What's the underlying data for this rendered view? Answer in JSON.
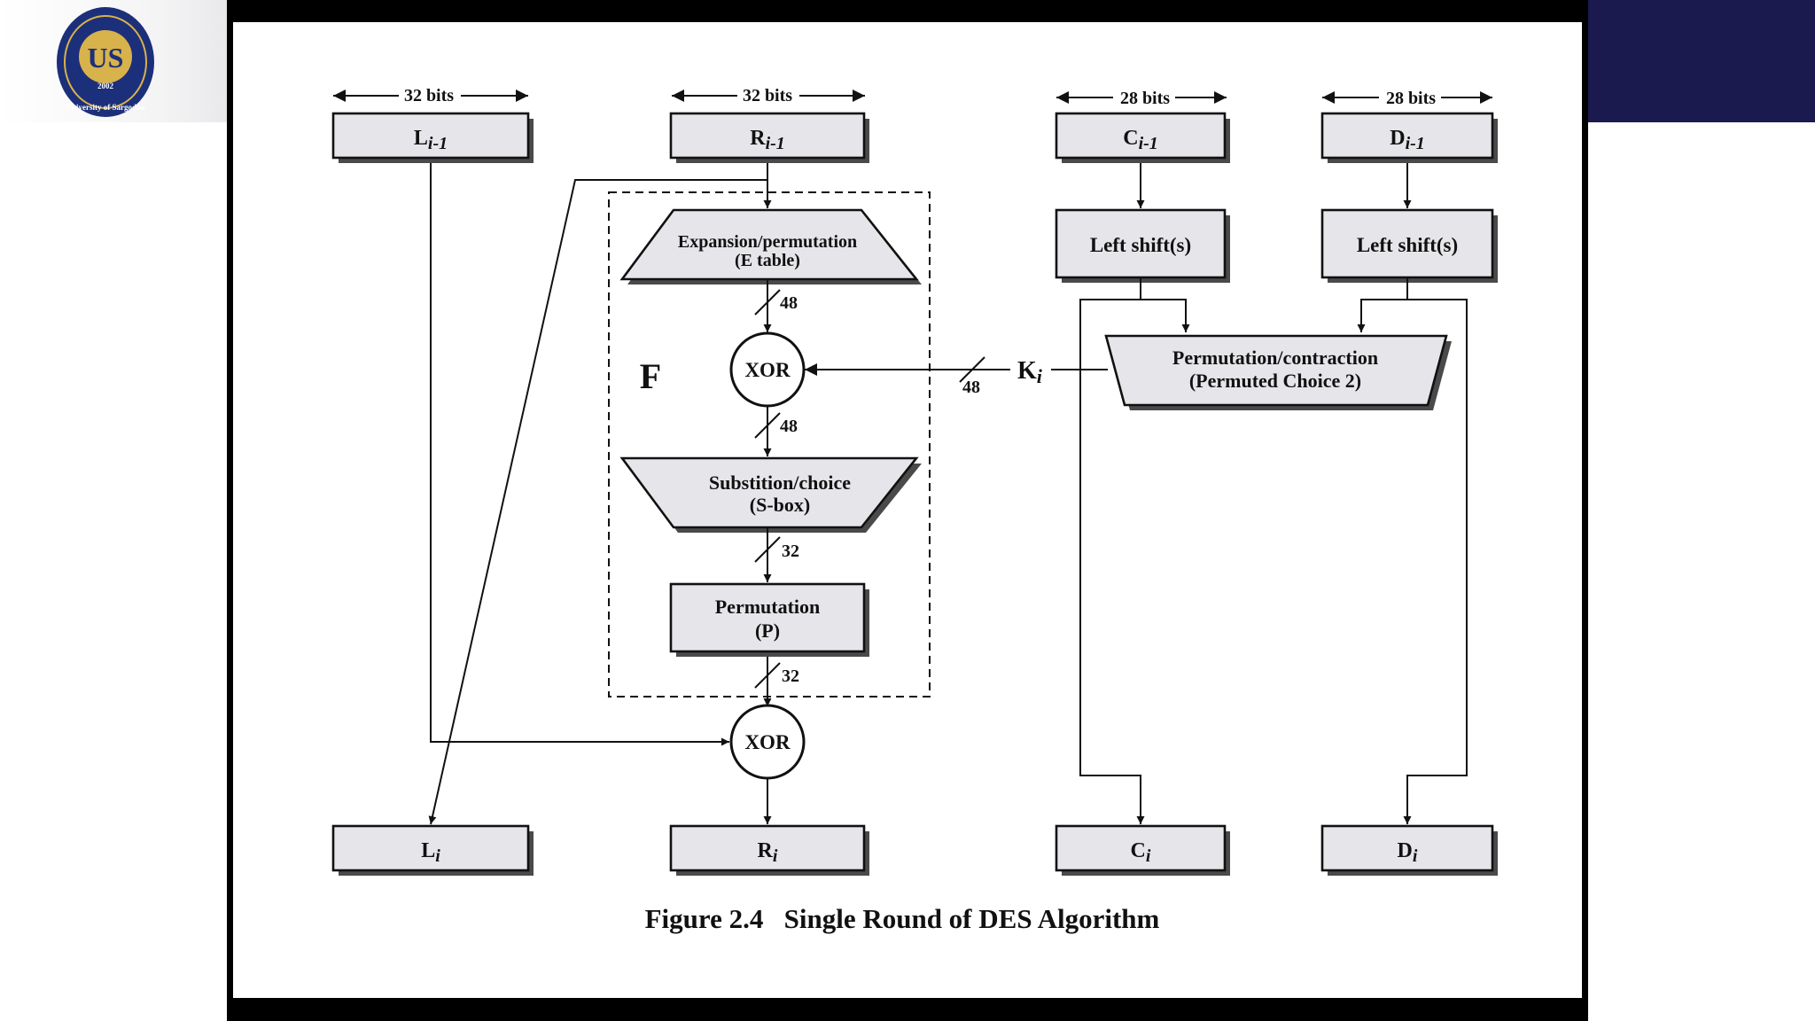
{
  "figure": {
    "caption": "Figure 2.4   Single Round of DES Algorithm"
  },
  "widths": {
    "left": "32 bits",
    "right": "32 bits",
    "c": "28 bits",
    "d": "28 bits"
  },
  "inputs": {
    "l_prev": {
      "base": "L",
      "sub": "i-1"
    },
    "r_prev": {
      "base": "R",
      "sub": "i-1"
    },
    "c_prev": {
      "base": "C",
      "sub": "i-1"
    },
    "d_prev": {
      "base": "D",
      "sub": "i-1"
    }
  },
  "outputs": {
    "l": {
      "base": "L",
      "sub": "i"
    },
    "r": {
      "base": "R",
      "sub": "i"
    },
    "c": {
      "base": "C",
      "sub": "i"
    },
    "d": {
      "base": "D",
      "sub": "i"
    }
  },
  "f_block": {
    "label": "F",
    "expansion": {
      "line1": "Expansion/permutation",
      "line2": "(E table)"
    },
    "xor": "XOR",
    "sbox": {
      "line1": "Substition/choice",
      "line2": "(S-box)"
    },
    "perm": {
      "line1": "Permutation",
      "line2": "(P)"
    }
  },
  "bus_widths": {
    "after_expansion": "48",
    "after_xor": "48",
    "after_sbox": "32",
    "after_perm": "32",
    "key": "48"
  },
  "key_schedule": {
    "left_shift_c": "Left shift(s)",
    "left_shift_d": "Left shift(s)",
    "pc2": {
      "line1": "Permutation/contraction",
      "line2": "(Permuted Choice 2)"
    },
    "key": {
      "base": "K",
      "sub": "i"
    }
  },
  "final_xor": "XOR",
  "logo": {
    "text": "US",
    "year": "2002",
    "ring": "University of Sargodha"
  },
  "colors": {
    "box_fill": "#e6e6ea",
    "navy": "#1a1a4e",
    "frame": "#000000"
  }
}
